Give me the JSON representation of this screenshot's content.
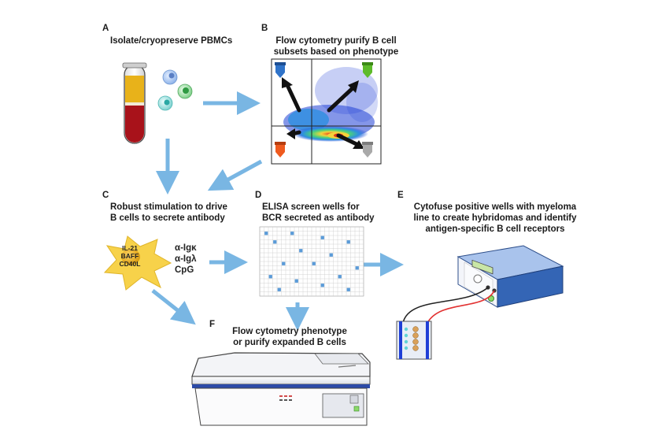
{
  "panels": {
    "a": {
      "letter": "A",
      "title": "Isolate/cryopreserve PBMCs"
    },
    "b": {
      "letter": "B",
      "title_line1": "Flow cytometry purify B cell",
      "title_line2": "subsets based on phenotype"
    },
    "c": {
      "letter": "C",
      "title_line1": "Robust stimulation to drive",
      "title_line2": "B cells to secrete antibody"
    },
    "d": {
      "letter": "D",
      "title_line1": "ELISA screen wells for",
      "title_line2": "BCR secreted as antibody"
    },
    "e": {
      "letter": "E",
      "title_line1": "Cytofuse positive wells with myeloma",
      "title_line2": "line to create hybridomas and identify",
      "title_line3": "antigen-specific B cell receptors"
    },
    "f": {
      "letter": "F",
      "title_line1": "Flow cytometry phenotype",
      "title_line2": "or purify expanded B cells"
    }
  },
  "stimulation": {
    "cell_labels": [
      "IL-21",
      "BAFF",
      "CD40L"
    ],
    "antibodies": [
      "α-Igκ",
      "α-Igλ",
      "CpG"
    ]
  },
  "colors": {
    "arrow": "#79b6e3",
    "tube_plasma": "#e8b21a",
    "tube_blood": "#a8121a",
    "star_cell": "#f7d24a",
    "well_positive": "#5a9bd8",
    "gate_blue": "#2f73c9",
    "gate_green": "#5dbb2a",
    "gate_orange": "#ef5a1e",
    "gate_grey": "#a9a9a9"
  }
}
